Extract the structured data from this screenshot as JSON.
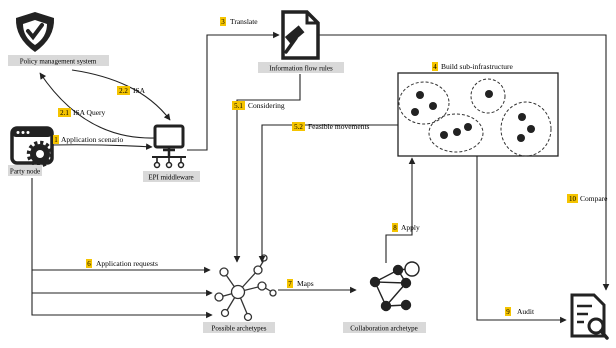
{
  "nodes": {
    "policy": "Policy management system",
    "party": "Party node",
    "epi": "EPI middleware",
    "flow_rules": "Information flow rules",
    "sub_infra": "Build sub-infrastructure",
    "possible": "Possible archetypes",
    "collab": "Collaboration archetype"
  },
  "edges": [
    {
      "num": "1",
      "text": "Application scenario"
    },
    {
      "num": "2.1",
      "text": "ISA Query"
    },
    {
      "num": "2.2",
      "text": "ISA"
    },
    {
      "num": "3",
      "text": "Translate"
    },
    {
      "num": "4",
      "text": "Build sub-infrastructure"
    },
    {
      "num": "5.1",
      "text": "Considering"
    },
    {
      "num": "5.2",
      "text": "Feasible movements"
    },
    {
      "num": "6",
      "text": "Application requests"
    },
    {
      "num": "7",
      "text": "Maps"
    },
    {
      "num": "8",
      "text": "Apply"
    },
    {
      "num": "9",
      "text": "Audit"
    },
    {
      "num": "10",
      "text": "Compare"
    }
  ],
  "colors": {
    "badge": "#f5c400",
    "label_bg": "#d9d9d9",
    "stroke": "#222222"
  },
  "icons": [
    "shield-check-icon",
    "document-pen-icon",
    "browser-gear-icon",
    "monitor-network-icon",
    "network-hub-icon",
    "graph-icon",
    "document-search-icon"
  ]
}
